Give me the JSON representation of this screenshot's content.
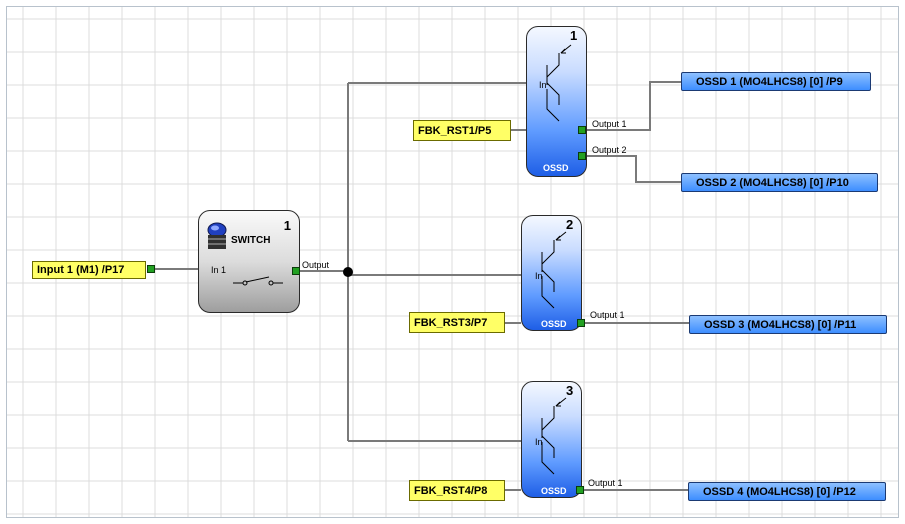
{
  "colors": {
    "wire": "#7a7a7a",
    "grid": "#dcdcdc",
    "port_green": "#22a022",
    "arrow_red": "#ff3030",
    "input_yellow": "#ffff66",
    "output_blue": "#4a90ff"
  },
  "input": {
    "label": "Input 1 (M1) /P17"
  },
  "switch": {
    "number": "1",
    "title": "SWITCH",
    "in_label": "In 1",
    "out_label": "Output",
    "icon": "pushbutton-icon"
  },
  "ossd_blocks": [
    {
      "number": "1",
      "in_label": "In",
      "footer": "OSSD",
      "out1_label": "Output 1",
      "out2_label": "Output 2"
    },
    {
      "number": "2",
      "in_label": "In",
      "footer": "OSSD",
      "out1_label": "Output 1"
    },
    {
      "number": "3",
      "in_label": "In",
      "footer": "OSSD",
      "out1_label": "Output 1"
    }
  ],
  "feedback_inputs": [
    "FBK_RST1/P5",
    "FBK_RST3/P7",
    "FBK_RST4/P8"
  ],
  "outputs": [
    "OSSD 1 (MO4LHCS8) [0] /P9",
    "OSSD 2 (MO4LHCS8) [0] /P10",
    "OSSD 3 (MO4LHCS8) [0] /P11",
    "OSSD 4 (MO4LHCS8) [0] /P12"
  ]
}
